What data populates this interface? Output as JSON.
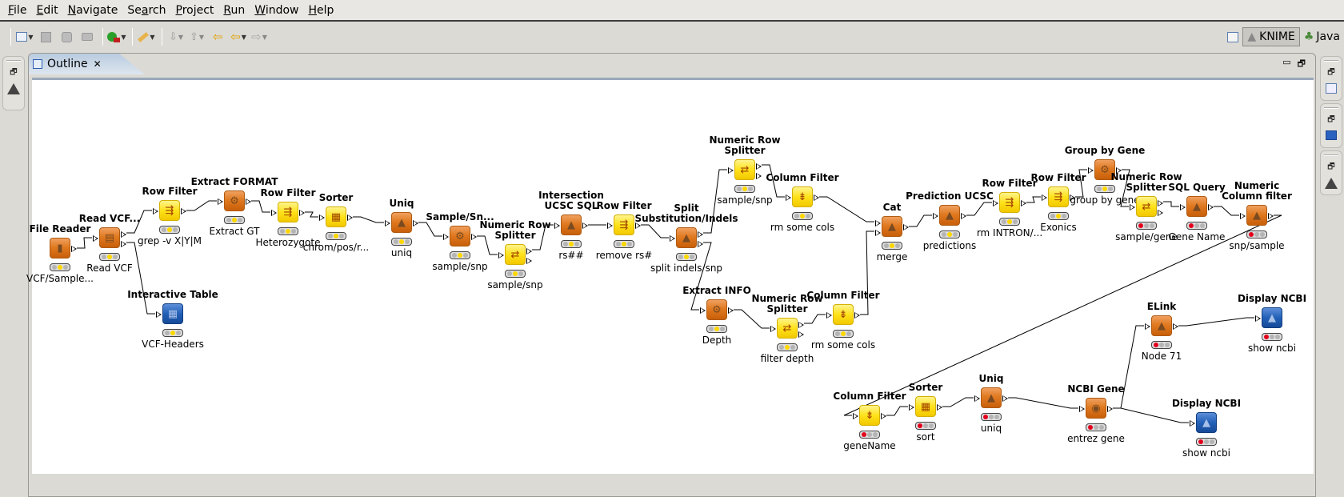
{
  "menubar": {
    "items": [
      {
        "label": "File",
        "mnemonic": "F"
      },
      {
        "label": "Edit",
        "mnemonic": "E"
      },
      {
        "label": "Navigate",
        "mnemonic": "N"
      },
      {
        "label": "Search",
        "mnemonic": "a"
      },
      {
        "label": "Project",
        "mnemonic": "P"
      },
      {
        "label": "Run",
        "mnemonic": "R"
      },
      {
        "label": "Window",
        "mnemonic": "W"
      },
      {
        "label": "Help",
        "mnemonic": "H"
      }
    ]
  },
  "toolbar": {
    "buttons": [
      "new-wizard",
      "save",
      "save-all",
      "print",
      "run",
      "external-tools",
      "next-annotation",
      "previous-annotation",
      "last-edit-location",
      "back",
      "forward"
    ]
  },
  "perspectives": {
    "open_perspective_icon": "open-perspective-icon",
    "items": [
      {
        "label": "KNIME",
        "active": true
      },
      {
        "label": "Java",
        "active": false
      }
    ]
  },
  "view": {
    "tab_label": "Outline",
    "close_icon": "close-icon"
  },
  "workflow": {
    "nodes": [
      {
        "id": "n1",
        "title": "File Reader",
        "label": "VCF/Sample...",
        "color": "orange",
        "glyph": "▮",
        "status": "yellow",
        "in": 0,
        "out": 1
      },
      {
        "id": "n2",
        "title": "Read VCF...",
        "label": "Read VCF",
        "color": "orange",
        "glyph": "▤",
        "status": "yellow",
        "in": 1,
        "out": 2
      },
      {
        "id": "n3",
        "title": "Row Filter",
        "label": "grep -v X|Y|M",
        "color": "yellow",
        "glyph": "⇶",
        "status": "yellow",
        "in": 1,
        "out": 1
      },
      {
        "id": "n4",
        "title": "Interactive Table",
        "label": "VCF-Headers",
        "color": "blue",
        "glyph": "▦",
        "status": "yellow",
        "in": 1,
        "out": 0
      },
      {
        "id": "n5",
        "title": "Extract FORMAT",
        "label": "Extract GT",
        "color": "orange",
        "glyph": "⚙",
        "status": "yellow",
        "in": 1,
        "out": 1
      },
      {
        "id": "n6",
        "title": "Row Filter",
        "label": "Heterozygote",
        "color": "yellow",
        "glyph": "⇶",
        "status": "yellow",
        "in": 1,
        "out": 1
      },
      {
        "id": "n7",
        "title": "Sorter",
        "label": "chrom/pos/r...",
        "color": "yellow",
        "glyph": "▦",
        "status": "yellow",
        "in": 1,
        "out": 1
      },
      {
        "id": "n8",
        "title": "Uniq",
        "label": "uniq",
        "color": "orange",
        "glyph": "▲",
        "status": "yellow",
        "in": 1,
        "out": 1
      },
      {
        "id": "n9",
        "title": "Sample/Sn...",
        "label": "sample/snp",
        "color": "orange",
        "glyph": "⚙",
        "status": "yellow",
        "in": 1,
        "out": 1
      },
      {
        "id": "n10",
        "title": "Numeric Row\nSplitter",
        "label": "sample/snp",
        "color": "yellow",
        "glyph": "⇄",
        "status": "yellow",
        "in": 1,
        "out": 2
      },
      {
        "id": "n11",
        "title": "Intersection\nUCSC SQL",
        "label": "rs##",
        "color": "orange",
        "glyph": "▲",
        "status": "yellow",
        "in": 1,
        "out": 1
      },
      {
        "id": "n12",
        "title": "Row Filter",
        "label": "remove rs#",
        "color": "yellow",
        "glyph": "⇶",
        "status": "yellow",
        "in": 1,
        "out": 1
      },
      {
        "id": "n13",
        "title": "Split\nSubstitution/Indels",
        "label": "split indels/snp",
        "color": "orange",
        "glyph": "▲",
        "status": "yellow",
        "in": 1,
        "out": 2
      },
      {
        "id": "n14",
        "title": "Numeric Row\nSplitter",
        "label": "sample/snp",
        "color": "yellow",
        "glyph": "⇄",
        "status": "yellow",
        "in": 1,
        "out": 2
      },
      {
        "id": "n15",
        "title": "Column Filter",
        "label": "rm some cols",
        "color": "yellow",
        "glyph": "⇟",
        "status": "yellow",
        "in": 1,
        "out": 1
      },
      {
        "id": "n16",
        "title": "Extract INFO",
        "label": "Depth",
        "color": "orange",
        "glyph": "⚙",
        "status": "yellow",
        "in": 1,
        "out": 1
      },
      {
        "id": "n17",
        "title": "Numeric Row\nSplitter",
        "label": "filter depth",
        "color": "yellow",
        "glyph": "⇄",
        "status": "yellow",
        "in": 1,
        "out": 2
      },
      {
        "id": "n18",
        "title": "Column Filter",
        "label": "rm some cols",
        "color": "yellow",
        "glyph": "⇟",
        "status": "yellow",
        "in": 1,
        "out": 1
      },
      {
        "id": "n19",
        "title": "Cat",
        "label": "merge",
        "color": "orange",
        "glyph": "▲",
        "status": "yellow",
        "in": 2,
        "out": 1
      },
      {
        "id": "n20",
        "title": "Prediction UCSC",
        "label": "predictions",
        "color": "orange",
        "glyph": "▲",
        "status": "yellow",
        "in": 1,
        "out": 1
      },
      {
        "id": "n21",
        "title": "Row Filter",
        "label": "rm INTRON/...",
        "color": "yellow",
        "glyph": "⇶",
        "status": "yellow",
        "in": 1,
        "out": 1
      },
      {
        "id": "n22",
        "title": "Row Filter",
        "label": "Exonics",
        "color": "yellow",
        "glyph": "⇶",
        "status": "yellow",
        "in": 1,
        "out": 1
      },
      {
        "id": "n23",
        "title": "Group by Gene",
        "label": "group by gene",
        "color": "orange",
        "glyph": "⚙",
        "status": "yellow",
        "in": 1,
        "out": 1
      },
      {
        "id": "n24",
        "title": "Numeric Row\nSplitter",
        "label": "sample/gene",
        "color": "yellow",
        "glyph": "⇄",
        "status": "red",
        "in": 1,
        "out": 2
      },
      {
        "id": "n25",
        "title": "SQL Query",
        "label": "Gene Name",
        "color": "orange",
        "glyph": "▲",
        "status": "red",
        "in": 1,
        "out": 1
      },
      {
        "id": "n26",
        "title": "Numeric\nColumn filter",
        "label": "snp/sample",
        "color": "orange",
        "glyph": "▲",
        "status": "red",
        "in": 1,
        "out": 1
      },
      {
        "id": "n27",
        "title": "Column Filter",
        "label": "geneName",
        "color": "yellow",
        "glyph": "⇟",
        "status": "red",
        "in": 1,
        "out": 1
      },
      {
        "id": "n28",
        "title": "Sorter",
        "label": "sort",
        "color": "yellow",
        "glyph": "▦",
        "status": "red",
        "in": 1,
        "out": 1
      },
      {
        "id": "n29",
        "title": "Uniq",
        "label": "uniq",
        "color": "orange",
        "glyph": "▲",
        "status": "red",
        "in": 1,
        "out": 1
      },
      {
        "id": "n30",
        "title": "NCBI Gene",
        "label": "entrez gene",
        "color": "orange",
        "glyph": "◉",
        "status": "red",
        "in": 1,
        "out": 1
      },
      {
        "id": "n31",
        "title": "ELink",
        "label": "Node 71",
        "color": "orange",
        "glyph": "▲",
        "status": "red",
        "in": 1,
        "out": 1
      },
      {
        "id": "n32",
        "title": "Display NCBI",
        "label": "show ncbi",
        "color": "blue",
        "glyph": "▲",
        "status": "red",
        "in": 1,
        "out": 0
      },
      {
        "id": "n33",
        "title": "Display NCBI",
        "label": "show ncbi",
        "color": "blue",
        "glyph": "▲",
        "status": "red",
        "in": 1,
        "out": 0
      }
    ],
    "connections": [
      [
        "n1",
        0,
        "n2",
        0
      ],
      [
        "n2",
        0,
        "n3",
        0
      ],
      [
        "n2",
        1,
        "n4",
        0
      ],
      [
        "n3",
        0,
        "n5",
        0
      ],
      [
        "n5",
        0,
        "n6",
        0
      ],
      [
        "n6",
        0,
        "n7",
        0
      ],
      [
        "n7",
        0,
        "n8",
        0
      ],
      [
        "n8",
        0,
        "n9",
        0
      ],
      [
        "n9",
        0,
        "n10",
        0
      ],
      [
        "n10",
        0,
        "n11",
        0
      ],
      [
        "n11",
        0,
        "n12",
        0
      ],
      [
        "n12",
        0,
        "n13",
        0
      ],
      [
        "n13",
        0,
        "n14",
        0
      ],
      [
        "n13",
        1,
        "n16",
        0
      ],
      [
        "n14",
        0,
        "n15",
        0
      ],
      [
        "n15",
        0,
        "n19",
        0
      ],
      [
        "n16",
        0,
        "n17",
        0
      ],
      [
        "n17",
        0,
        "n18",
        0
      ],
      [
        "n18",
        0,
        "n19",
        1
      ],
      [
        "n19",
        0,
        "n20",
        0
      ],
      [
        "n20",
        0,
        "n21",
        0
      ],
      [
        "n21",
        0,
        "n22",
        0
      ],
      [
        "n22",
        0,
        "n23",
        0
      ],
      [
        "n23",
        0,
        "n24",
        0
      ],
      [
        "n24",
        0,
        "n25",
        0
      ],
      [
        "n25",
        0,
        "n26",
        0
      ],
      [
        "n26",
        0,
        "n27",
        0
      ],
      [
        "n27",
        0,
        "n28",
        0
      ],
      [
        "n28",
        0,
        "n29",
        0
      ],
      [
        "n29",
        0,
        "n30",
        0
      ],
      [
        "n30",
        0,
        "n31",
        0
      ],
      [
        "n30",
        0,
        "n33",
        0
      ],
      [
        "n31",
        0,
        "n32",
        0
      ]
    ]
  }
}
